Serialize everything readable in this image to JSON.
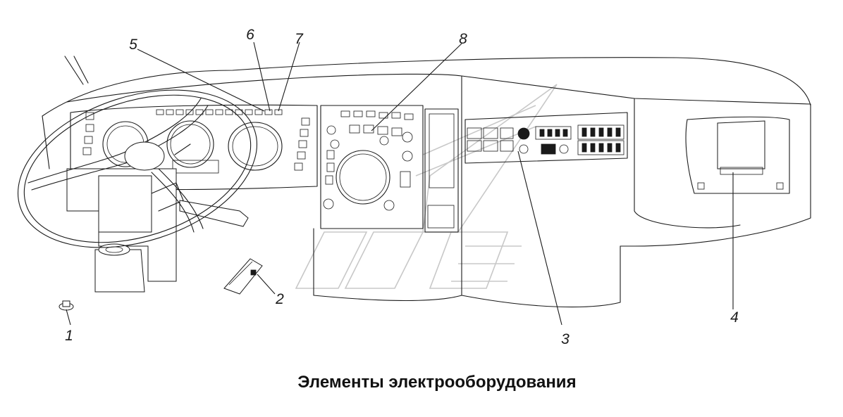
{
  "caption": "Элементы электрооборудования",
  "callouts": [
    {
      "id": "1",
      "label": "1"
    },
    {
      "id": "2",
      "label": "2"
    },
    {
      "id": "3",
      "label": "3"
    },
    {
      "id": "4",
      "label": "4"
    },
    {
      "id": "5",
      "label": "5"
    },
    {
      "id": "6",
      "label": "6"
    },
    {
      "id": "7",
      "label": "7"
    },
    {
      "id": "8",
      "label": "8"
    }
  ],
  "colors": {
    "ink": "#1a1a1a",
    "watermark": "#c8c8c8",
    "background": "#ffffff"
  }
}
